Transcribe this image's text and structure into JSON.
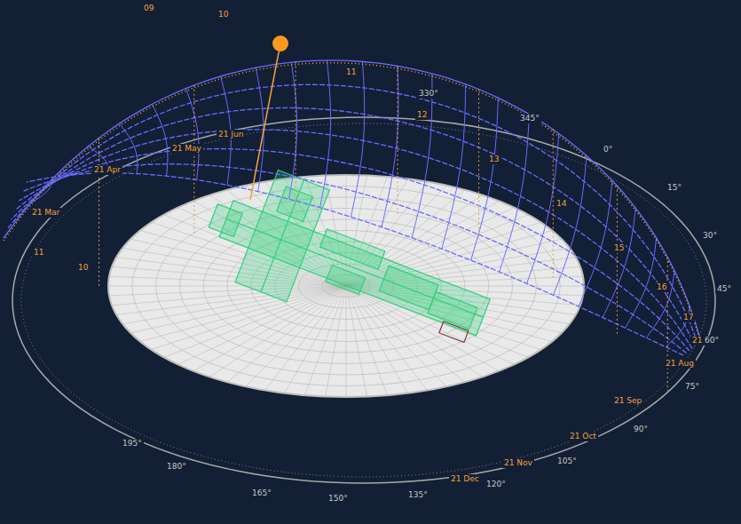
{
  "diagram": {
    "labels": [
      "09",
      "10",
      "11",
      "12",
      "13",
      "14",
      "15",
      "16",
      "17",
      "11",
      "10",
      "21 Jun",
      "21 May",
      "21 Apr",
      "21 Mar",
      "21 Jul",
      "21 Aug",
      "21 Sep",
      "21 Oct",
      "21 Nov",
      "21 Dec",
      "345°",
      "330°",
      "0°",
      "15°",
      "30°",
      "45°",
      "60°",
      "75°",
      "90°",
      "105°",
      "120°",
      "135°",
      "150°",
      "165°",
      "180°",
      "195°"
    ]
  }
}
